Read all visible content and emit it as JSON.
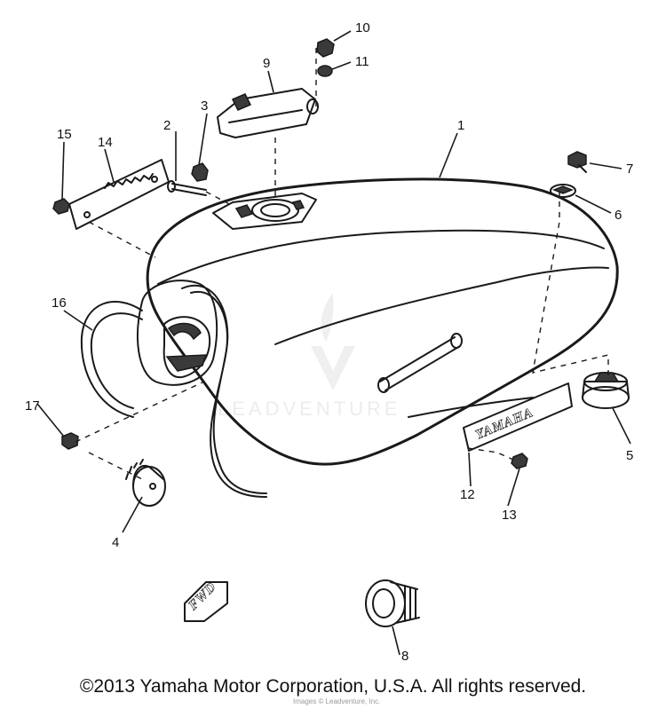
{
  "callouts": [
    {
      "label": "1"
    },
    {
      "label": "2"
    },
    {
      "label": "3"
    },
    {
      "label": "4"
    },
    {
      "label": "5"
    },
    {
      "label": "6"
    },
    {
      "label": "7"
    },
    {
      "label": "8"
    },
    {
      "label": "9"
    },
    {
      "label": "10"
    },
    {
      "label": "11"
    },
    {
      "label": "12"
    },
    {
      "label": "13"
    },
    {
      "label": "14"
    },
    {
      "label": "15"
    },
    {
      "label": "16"
    },
    {
      "label": "17"
    }
  ],
  "emblems": {
    "tank_badge": "YAMAHA",
    "loose_badge": "FWD"
  },
  "watermark": {
    "text": "LEADVENTURE",
    "small": "Images © Leadventure, Inc."
  },
  "copyright": "©2013 Yamaha Motor Corporation, U.S.A. All rights reserved."
}
